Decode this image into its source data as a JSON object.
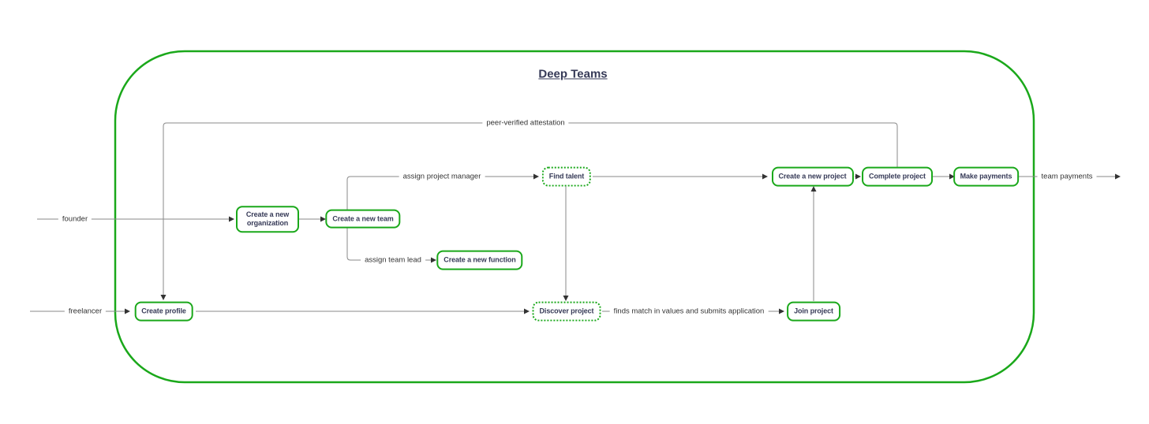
{
  "diagram": {
    "title": "Deep Teams",
    "colors": {
      "green": "#1aa81a",
      "node_text": "#363a57",
      "edge_line": "#8a8a8a",
      "edge_label_text": "#333333",
      "arrowhead": "#333333",
      "background": "#ffffff"
    },
    "nodes": {
      "create_org": {
        "label": "Create a new organization",
        "border_style": "solid"
      },
      "create_team": {
        "label": "Create a new team",
        "border_style": "solid"
      },
      "create_function": {
        "label": "Create a new function",
        "border_style": "solid"
      },
      "find_talent": {
        "label": "Find talent",
        "border_style": "dotted"
      },
      "create_profile": {
        "label": "Create profile",
        "border_style": "solid"
      },
      "discover_project": {
        "label": "Discover project",
        "border_style": "dotted"
      },
      "join_project": {
        "label": "Join project",
        "border_style": "solid"
      },
      "create_project": {
        "label": "Create a new project",
        "border_style": "solid"
      },
      "complete_project": {
        "label": "Complete project",
        "border_style": "solid"
      },
      "make_payments": {
        "label": "Make payments",
        "border_style": "solid"
      }
    },
    "edge_labels": {
      "founder": "founder",
      "freelancer": "freelancer",
      "assign_project_manager": "assign project manager",
      "assign_team_lead": "assign team lead",
      "peer_verified_attestation": "peer-verified attestation",
      "finds_match": "finds match in values and submits application",
      "team_payments": "team payments"
    }
  }
}
